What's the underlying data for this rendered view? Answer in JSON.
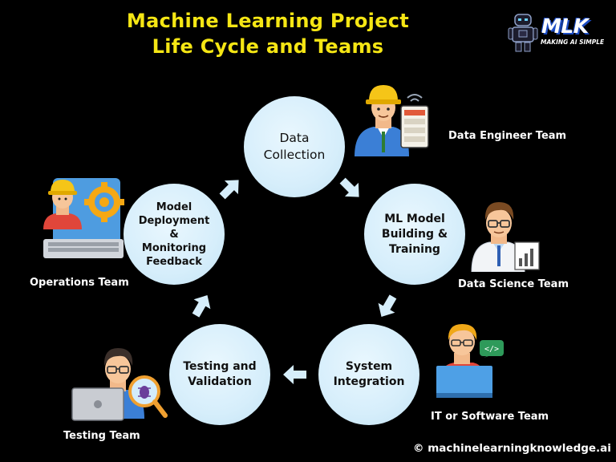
{
  "title": {
    "line1": "Machine Learning Project",
    "line2": "Life Cycle and Teams"
  },
  "logo": {
    "text": "MLK",
    "tagline": "MAKING AI SIMPLE",
    "icon": "robot-icon"
  },
  "stages": [
    {
      "label": "Data\nCollection"
    },
    {
      "label": "ML Model\nBuilding &\nTraining"
    },
    {
      "label": "System\nIntegration"
    },
    {
      "label": "Testing and\nValidation"
    },
    {
      "label": "Model\nDeployment\n&\nMonitoring\nFeedback"
    }
  ],
  "teams": [
    {
      "label": "Data Engineer Team",
      "icon": "data-engineer-icon"
    },
    {
      "label": "Data Science Team",
      "icon": "data-scientist-icon"
    },
    {
      "label": "IT or Software Team",
      "icon": "software-developer-icon"
    },
    {
      "label": "Testing Team",
      "icon": "tester-icon"
    },
    {
      "label": "Operations Team",
      "icon": "operations-icon"
    }
  ],
  "credit": "© machinelearningknowledge.ai",
  "colors": {
    "background": "#000000",
    "title": "#f5e614",
    "circle": "#d6eefb",
    "arrow": "#d6eefb",
    "logo_blue": "#1d4dc4"
  }
}
